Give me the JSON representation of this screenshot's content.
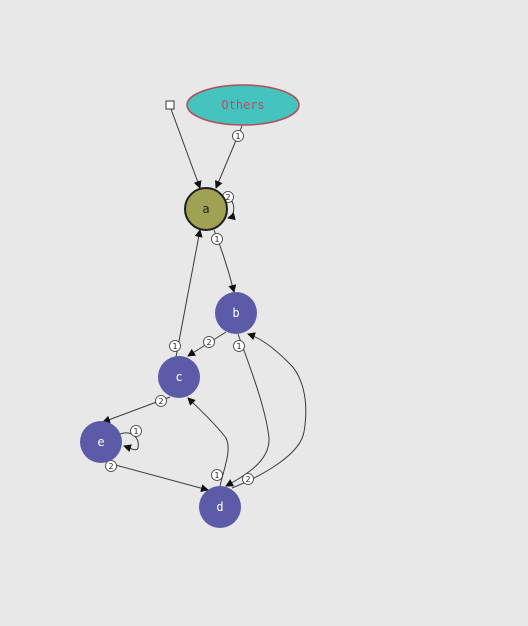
{
  "diagram": {
    "nodes": [
      {
        "id": "others",
        "label": "Others",
        "fill": "#45c4bf",
        "stroke": "#b05058"
      },
      {
        "id": "a",
        "label": "a",
        "fill": "#9fa253",
        "stroke": "#1e1e1e"
      },
      {
        "id": "b",
        "label": "b",
        "fill": "#5c5ba8"
      },
      {
        "id": "c",
        "label": "c",
        "fill": "#5c5ba8"
      },
      {
        "id": "d",
        "label": "d",
        "fill": "#5c5ba8"
      },
      {
        "id": "e",
        "label": "e",
        "fill": "#5c5ba8"
      }
    ],
    "edges": [
      {
        "id": "src-a",
        "from": "source",
        "to": "a",
        "weight": ""
      },
      {
        "id": "others-a",
        "from": "others",
        "to": "a",
        "weight": "1"
      },
      {
        "id": "a-a",
        "from": "a",
        "to": "a",
        "weight": "2"
      },
      {
        "id": "a-b",
        "from": "a",
        "to": "b",
        "weight": "1"
      },
      {
        "id": "b-c",
        "from": "b",
        "to": "c",
        "weight": "2"
      },
      {
        "id": "c-a",
        "from": "c",
        "to": "a",
        "weight": "1"
      },
      {
        "id": "b-d",
        "from": "b",
        "to": "d",
        "weight": "1"
      },
      {
        "id": "d-b",
        "from": "d",
        "to": "b",
        "weight": "2"
      },
      {
        "id": "c-e",
        "from": "c",
        "to": "e",
        "weight": "2"
      },
      {
        "id": "e-e",
        "from": "e",
        "to": "e",
        "weight": "1"
      },
      {
        "id": "e-d",
        "from": "e",
        "to": "d",
        "weight": "2"
      },
      {
        "id": "d-c",
        "from": "d",
        "to": "c",
        "weight": "1"
      }
    ]
  }
}
